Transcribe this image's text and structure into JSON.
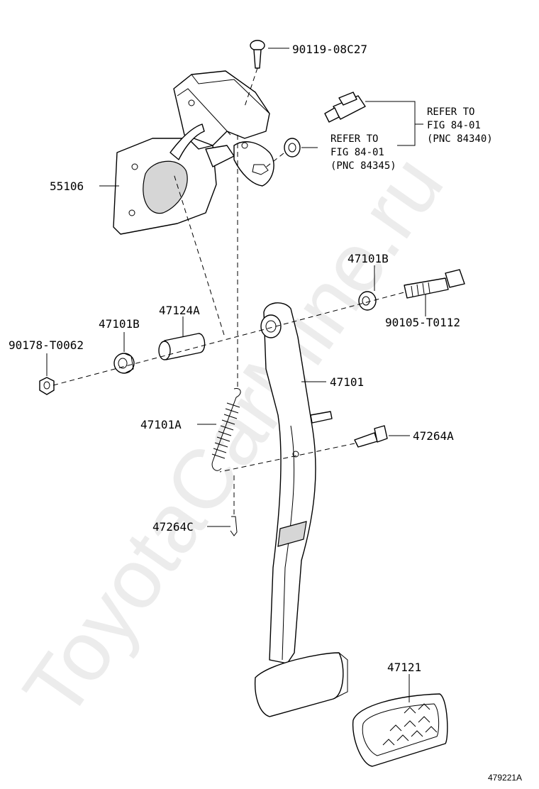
{
  "watermark": "ToyotaCarMine.ru",
  "figure_code": "479221A",
  "parts": {
    "p90119": "90119-08C27",
    "p55106": "55106",
    "p47101B_top": "47101B",
    "p90105": "90105-T0112",
    "p47124A": "47124A",
    "p47101B_left": "47101B",
    "p90178": "90178-T0062",
    "p47101": "47101",
    "p47101A": "47101A",
    "p47264A": "47264A",
    "p47264C": "47264C",
    "p47121": "47121"
  },
  "refs": {
    "ref1": {
      "line1": "REFER TO",
      "line2": "FIG 84-01",
      "line3": "(PNC 84340)"
    },
    "ref2": {
      "line1": "REFER TO",
      "line2": "FIG 84-01",
      "line3": "(PNC 84345)"
    }
  }
}
